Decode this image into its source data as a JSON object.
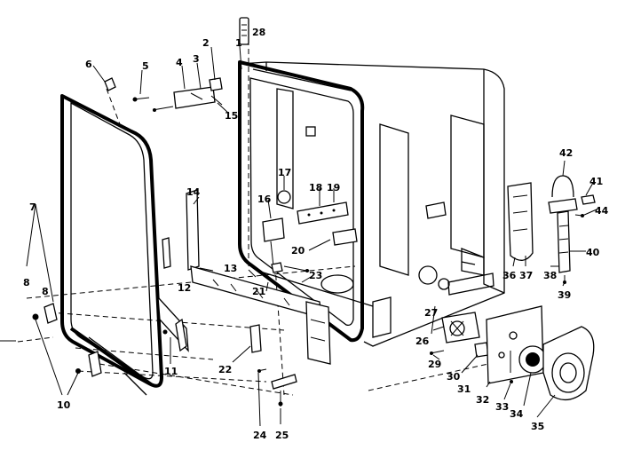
{
  "labels": {
    "l1": "1",
    "l2": "2",
    "l3": "3",
    "l4": "4",
    "l5": "5",
    "l6": "6",
    "l7": "7",
    "l8a": "8",
    "l8b": "8",
    "l10": "10",
    "l11": "11",
    "l12": "12",
    "l13": "13",
    "l14": "14",
    "l15": "15",
    "l16": "16",
    "l17": "17",
    "l18": "18",
    "l19": "19",
    "l20": "20",
    "l21": "21",
    "l22": "22",
    "l23": "23",
    "l24": "24",
    "l25": "25",
    "l26": "26",
    "l27": "27",
    "l28": "28",
    "l29": "29",
    "l30": "30",
    "l31": "31",
    "l32": "32",
    "l33": "33",
    "l34": "34",
    "l35": "35",
    "l36": "36",
    "l37": "37",
    "l38": "38",
    "l39": "39",
    "l40": "40",
    "l41": "41",
    "l42": "42",
    "l44": "44"
  }
}
